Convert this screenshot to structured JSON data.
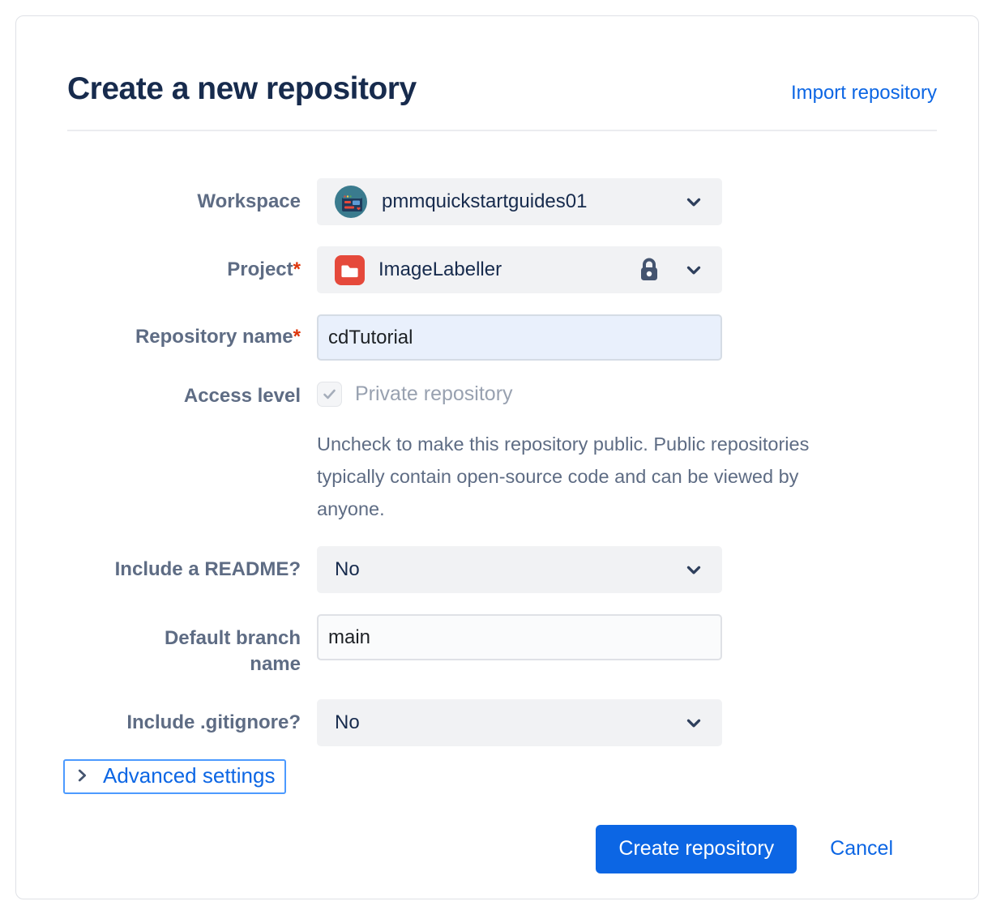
{
  "dialog": {
    "title": "Create a new repository",
    "import_link": "Import repository"
  },
  "form": {
    "required_mark": "*",
    "workspace": {
      "label": "Workspace",
      "value": "pmmquickstartguides01"
    },
    "project": {
      "label": "Project",
      "value": "ImageLabeller"
    },
    "repository_name": {
      "label": "Repository name",
      "value": "cdTutorial"
    },
    "access_level": {
      "label": "Access level",
      "checkbox_label": "Private repository",
      "checkbox_checked": true,
      "help": "Uncheck to make this repository public. Public repositories typically contain open-source code and can be viewed by anyone."
    },
    "include_readme": {
      "label": "Include a README?",
      "value": "No"
    },
    "default_branch": {
      "label": "Default branch name",
      "value": "main"
    },
    "include_gitignore": {
      "label": "Include .gitignore?",
      "value": "No"
    }
  },
  "advanced_settings": {
    "label": "Advanced settings"
  },
  "actions": {
    "create": "Create repository",
    "cancel": "Cancel"
  },
  "colors": {
    "primary_blue": "#0C66E4",
    "focus_ring": "#4C9AFF",
    "title_navy": "#172B4D",
    "label_slate": "#5E6C84",
    "required_red": "#DE350B",
    "field_gray": "#F1F2F4",
    "autofill_blue": "#E9F0FC",
    "project_icon_red": "#E5493B",
    "workspace_avatar_teal": "#3A7B8E"
  }
}
